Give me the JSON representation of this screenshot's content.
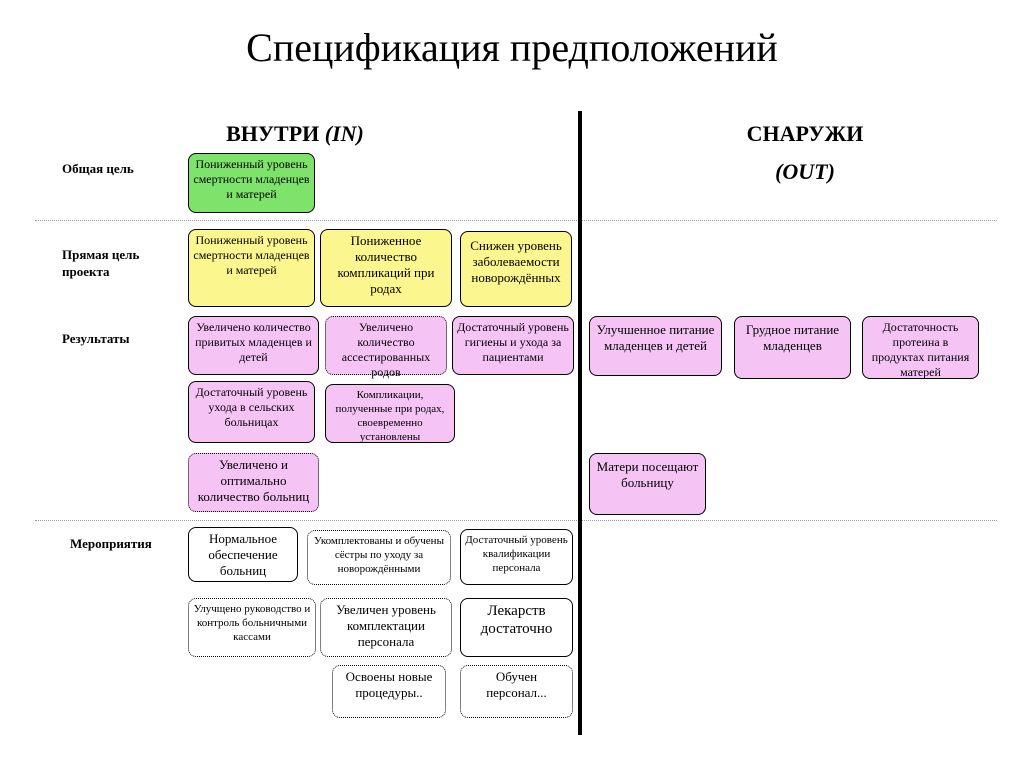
{
  "title": "Спецификация предположений",
  "columns": {
    "inside": {
      "label": "ВНУТРИ",
      "code": "(IN)"
    },
    "outside": {
      "label": "СНАРУЖИ",
      "code": "(OUT)"
    }
  },
  "rows": {
    "general_goal": "Общая цель",
    "project_goal_line1": "Прямая цель",
    "project_goal_line2": "проекта",
    "results": "Результаты",
    "activities": "Мероприятия"
  },
  "boxes": {
    "general_goal": "Пониженный уровень смертности младенцев  и матерей",
    "purpose_1": "Пониженный уровень смертности младенцев  и матерей",
    "purpose_2": "Пониженное количество компликаций при родах",
    "purpose_3": "Снижен уровень заболеваемости новорождённых",
    "result_1": "Увеличено количество привитых младенцев и детей",
    "result_2": "Увеличено количество ассестированных родов",
    "result_3": "Достаточный уровень  гигиены и ухода за пациентами",
    "result_4": "Достаточный уровень ухода в сельских больницах",
    "result_5": "Компликации, полученные при родах, своевременно установлены",
    "result_6": "Увеличено и оптимально количество больниц",
    "out_1": "Улучшенное питание младенцев и детей",
    "out_2": "Грудное питание младенцев",
    "out_3": "Достаточность протеина в продуктах питания матерей",
    "out_4": "Матери посещают больницу",
    "act_1": "Нормальное обеспечение больниц",
    "act_2": "Укомплектованы и обучены сёстры по уходу за новорождёнными",
    "act_3": "Достаточный уровень квалификации персонала",
    "act_4": "Улучщено руководство и контроль больничными кассами",
    "act_5": "Увеличен уровень комплектации персонала",
    "act_6": "Лекарств достаточно",
    "act_7": "Освоены  новые процедуры..",
    "act_8": "Обучен персонал..."
  },
  "colors": {
    "green": "#7ee36a",
    "yellow": "#fbf68e",
    "pink": "#f5c4f5",
    "white": "#ffffff"
  }
}
